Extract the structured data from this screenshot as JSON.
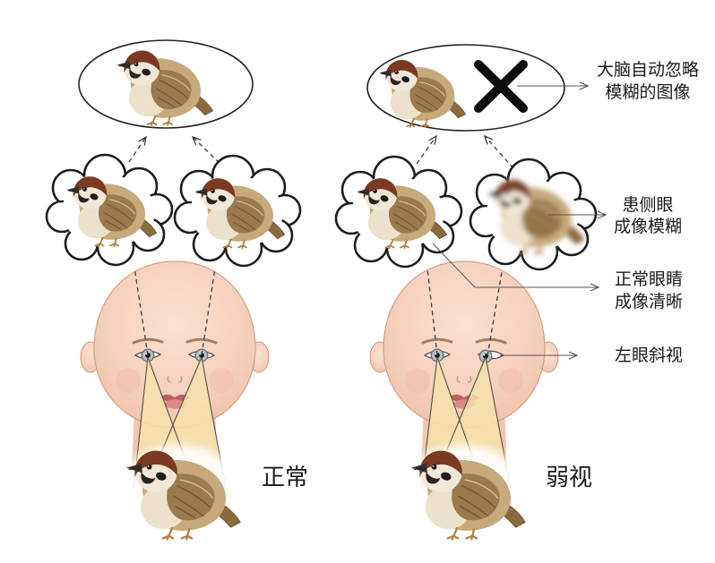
{
  "panels": {
    "normal": {
      "caption": "正常"
    },
    "amblyopia": {
      "caption": "弱视"
    }
  },
  "annotations": {
    "brain_ignore": {
      "line1": "大脑自动忽略",
      "line2": "模糊的图像"
    },
    "affected_eye": {
      "line1": "患侧眼",
      "line2": "成像模糊"
    },
    "normal_eye": {
      "line1": "正常眼睛",
      "line2": "成像清晰"
    },
    "strabismus_eye": {
      "label": "左眼斜视"
    }
  },
  "colors": {
    "background": "#ffffff",
    "text": "#1a1a1a",
    "callout_line": "#666666",
    "dashed_line": "#3c3c3c",
    "outline": "#1d1d1d",
    "x_mark": "#0c0c0c",
    "beam": "#f6e1ac",
    "skin": "#f5d0bd",
    "bird_body": "#c6aa7b",
    "bird_cap": "#7b3a21"
  }
}
